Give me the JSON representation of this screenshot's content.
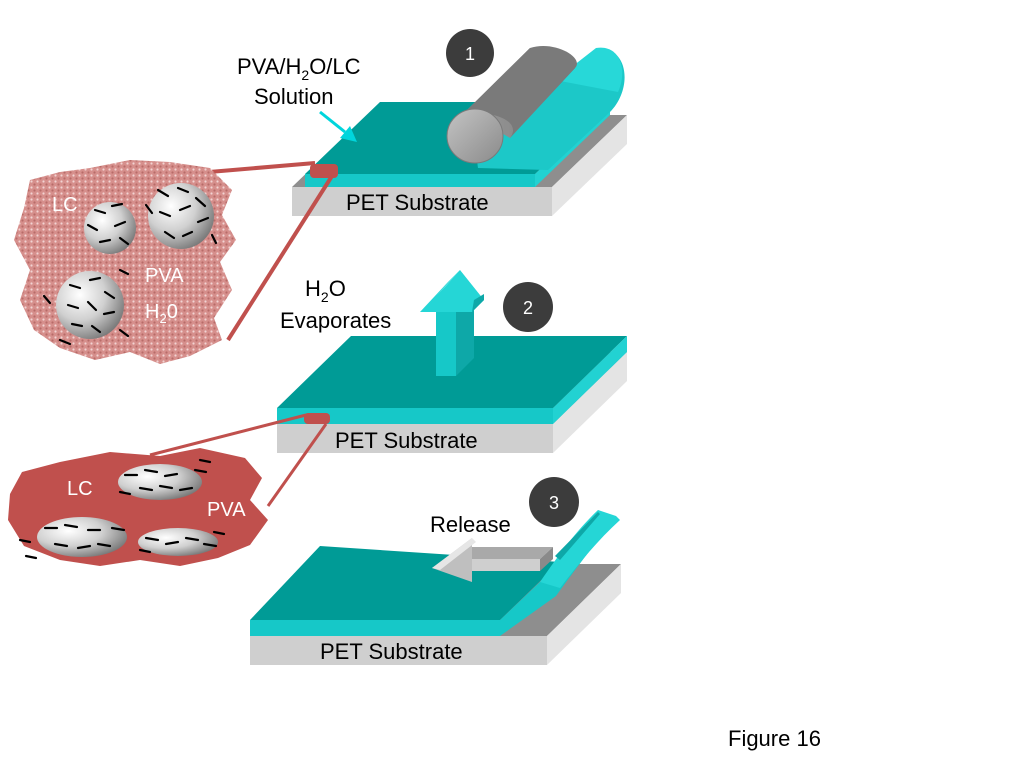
{
  "colors": {
    "teal_top": "#009b96",
    "teal_front": "#16c8c8",
    "teal_bright": "#25d6d6",
    "substrate_top": "#8e8e8e",
    "substrate_front": "#cfcfcf",
    "substrate_side": "#e0e0e0",
    "inset_red": "#c0504d",
    "inset_pink": "#d68f8c",
    "step_circle": "#3c3c3c"
  },
  "step1": {
    "number": "1",
    "solution_label_line1_a": "PVA/H",
    "solution_label_line1_sub": "2",
    "solution_label_line1_b": "O/LC",
    "solution_label_line2": "Solution",
    "substrate_label": "PET Substrate",
    "inset": {
      "lc_label": "LC",
      "pva_label": "PVA",
      "h2o_label_a": "H",
      "h2o_label_sub": "2",
      "h2o_label_b": "0"
    }
  },
  "step2": {
    "number": "2",
    "evap_label_line1_a": "H",
    "evap_label_line1_sub": "2",
    "evap_label_line1_b": "O",
    "evap_label_line2": "Evaporates",
    "substrate_label": "PET Substrate",
    "inset": {
      "lc_label": "LC",
      "pva_label": "PVA"
    }
  },
  "step3": {
    "number": "3",
    "release_label": "Release",
    "substrate_label": "PET Substrate"
  },
  "caption": "Figure 16"
}
